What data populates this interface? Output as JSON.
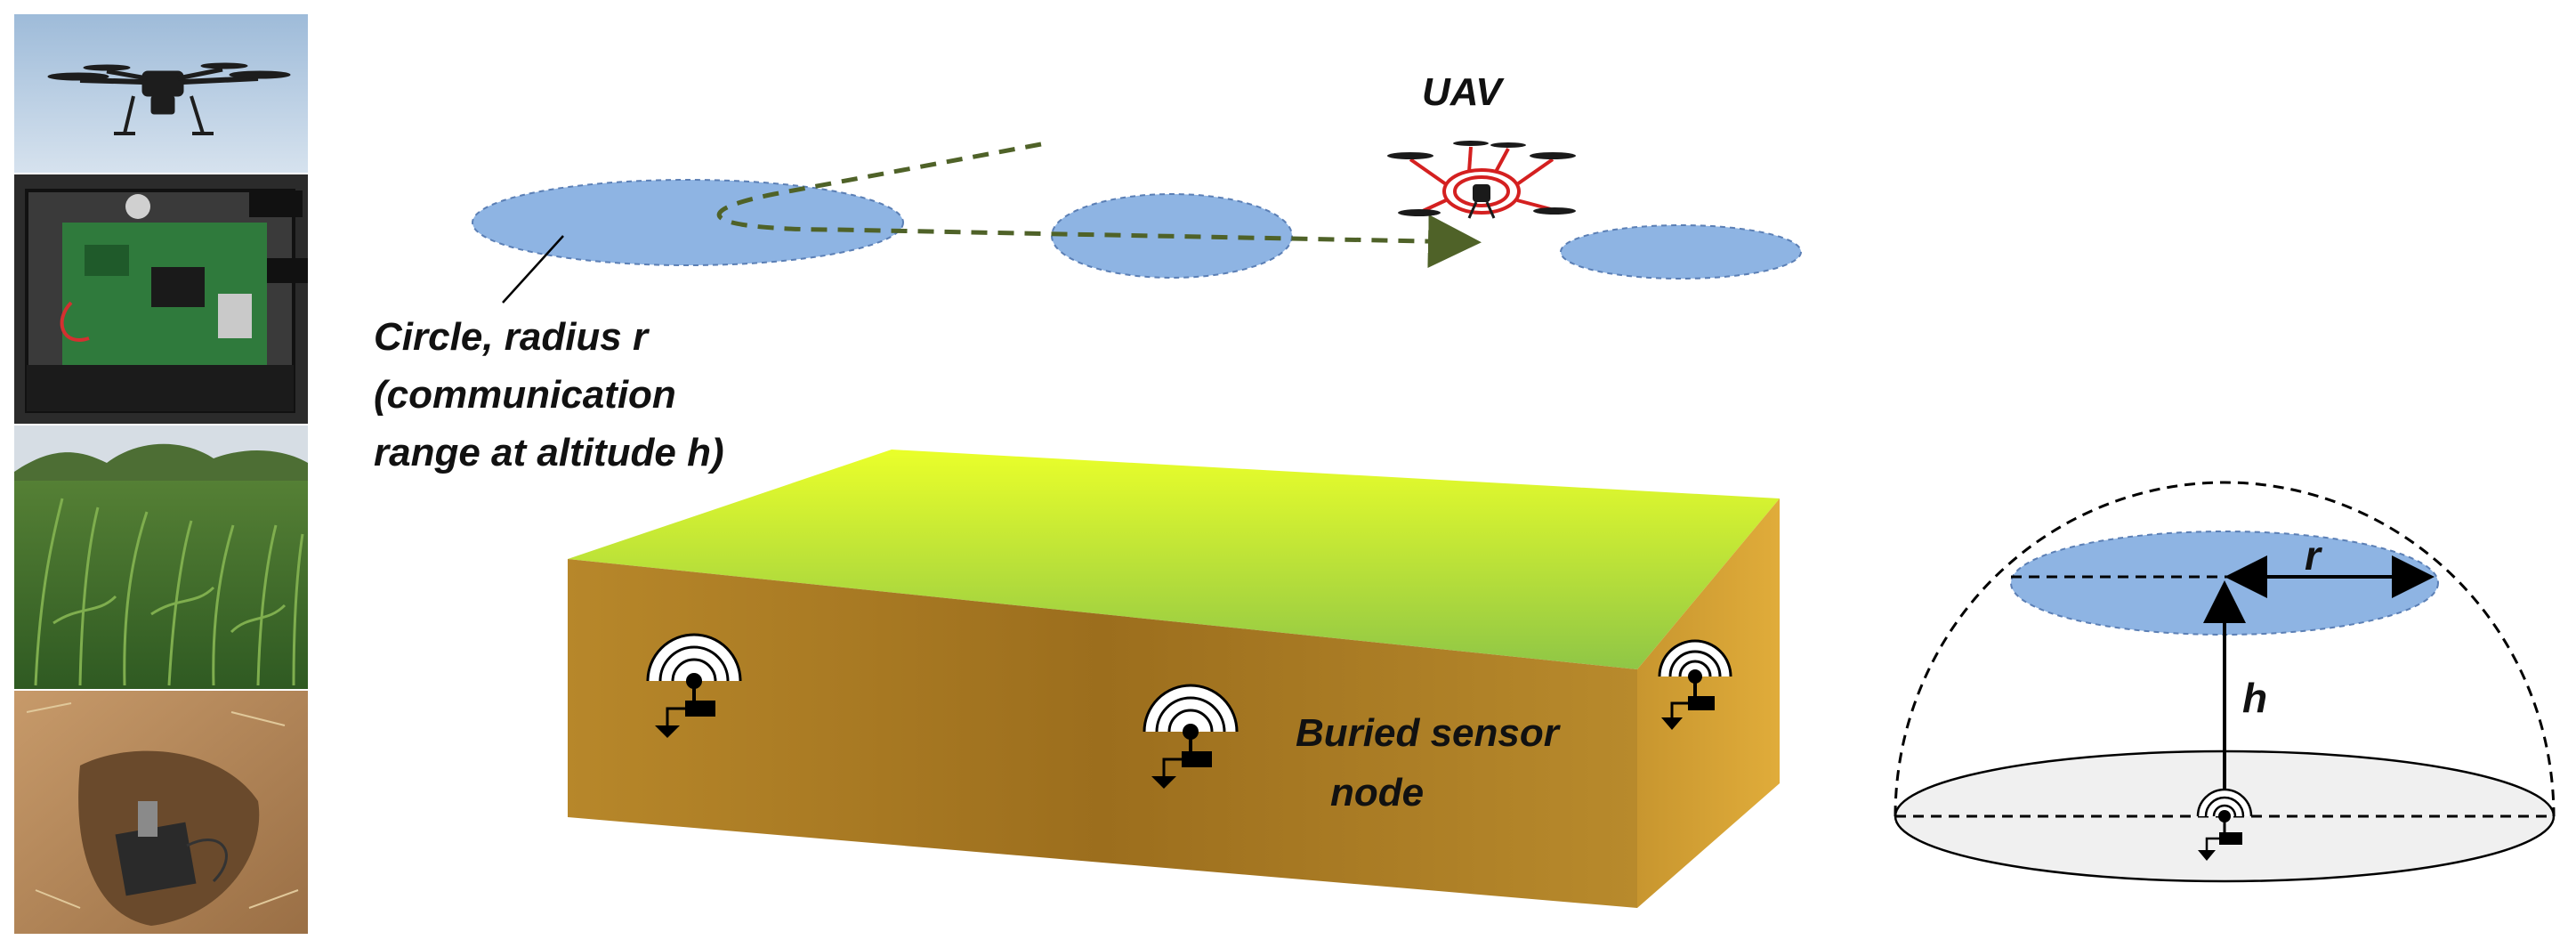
{
  "labels": {
    "uav": "UAV",
    "circle_line1": "Circle, radius r",
    "circle_line2": "(communication",
    "circle_line3": "range at altitude  h)",
    "buried_line1": "Buried sensor",
    "buried_line2": "node",
    "radius": "r",
    "height": "h"
  },
  "photos": [
    {
      "name": "drone-photo",
      "subject": "UAV quadcopter in flight"
    },
    {
      "name": "sensor-box-photo",
      "subject": "Sensor electronics enclosure"
    },
    {
      "name": "cornfield-photo",
      "subject": "Corn field"
    },
    {
      "name": "buried-sensor-photo",
      "subject": "Sensor buried in soil pit"
    }
  ],
  "colors": {
    "circle_fill": "#8eb4e3",
    "dashed_path": "#4f6228",
    "soil_top_light": "#f4ff2a",
    "soil_top_dark": "#8ec63f",
    "soil_front": "#b8862b",
    "uav_red": "#d42020"
  }
}
